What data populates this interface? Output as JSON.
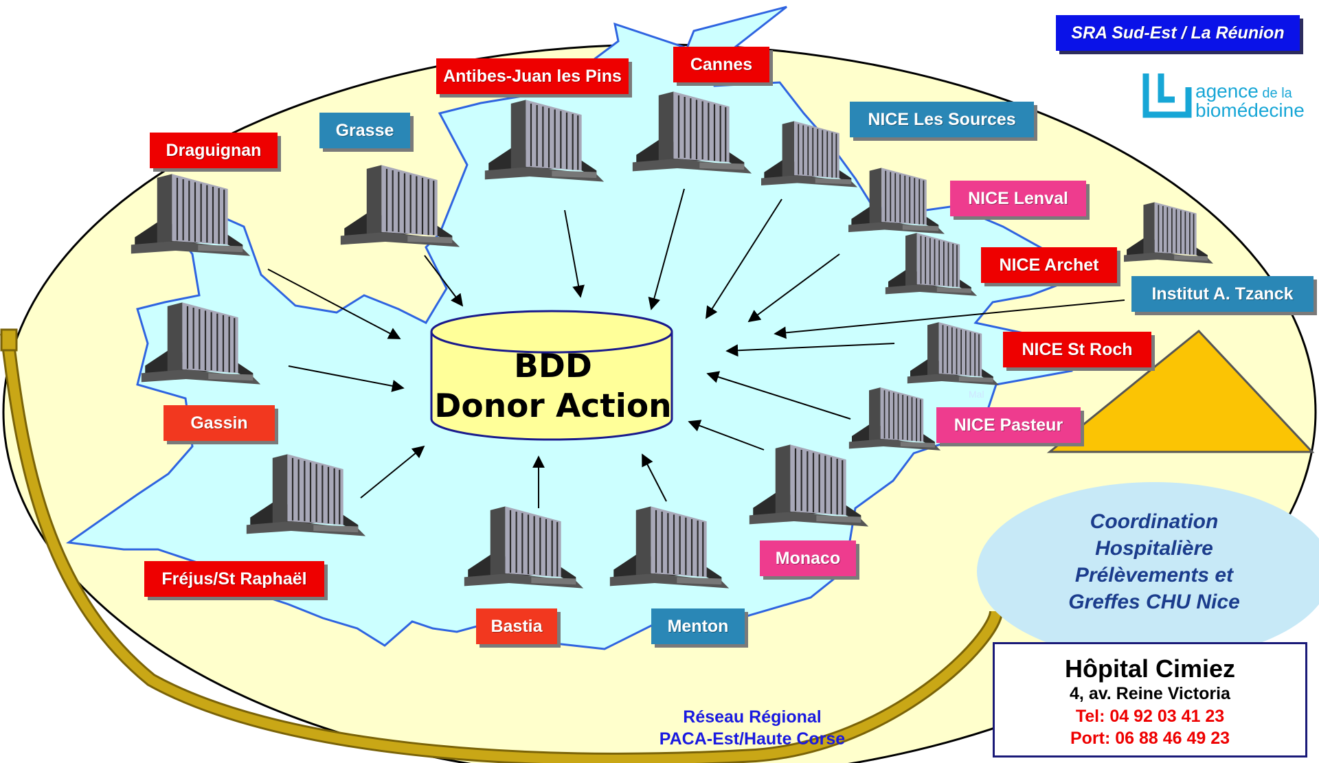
{
  "header": {
    "region_label": "SRA Sud-Est / La Réunion"
  },
  "logo": {
    "line1": "agence",
    "line1_small": " de la",
    "line2": "biomédecine"
  },
  "database": {
    "line1": "BDD",
    "line2": "Donor Action"
  },
  "hospitals": [
    {
      "key": "antibes",
      "label": "Antibes-Juan les Pins",
      "color": "red"
    },
    {
      "key": "cannes",
      "label": "Cannes",
      "color": "red"
    },
    {
      "key": "grasse",
      "label": "Grasse",
      "color": "teal"
    },
    {
      "key": "draguignan",
      "label": "Draguignan",
      "color": "red"
    },
    {
      "key": "nice-sources",
      "label": "NICE Les Sources",
      "color": "teal"
    },
    {
      "key": "nice-lenval",
      "label": "NICE Lenval",
      "color": "pink"
    },
    {
      "key": "nice-archet",
      "label": "NICE Archet",
      "color": "red"
    },
    {
      "key": "tzanck",
      "label": "Institut A. Tzanck",
      "color": "teal"
    },
    {
      "key": "nice-stroch",
      "label": "NICE St  Roch",
      "color": "red"
    },
    {
      "key": "nice-pasteur",
      "label": "NICE Pasteur",
      "color": "pink"
    },
    {
      "key": "gassin",
      "label": "Gassin",
      "color": "orange"
    },
    {
      "key": "frejus",
      "label": "Fréjus/St Raphaël",
      "color": "red"
    },
    {
      "key": "bastia",
      "label": "Bastia",
      "color": "orange"
    },
    {
      "key": "menton",
      "label": "Menton",
      "color": "teal"
    },
    {
      "key": "monaco",
      "label": "Monaco",
      "color": "pink"
    }
  ],
  "coordination": {
    "line1": "Coordination",
    "line2": "Hospitalière",
    "line3": "Prélèvements et",
    "line4": "Greffes CHU Nice"
  },
  "hospital_card": {
    "name": "Hôpital Cimiez",
    "address": "4, av. Reine Victoria",
    "tel": "Tel: 04 92 03 41 23",
    "port": "Port: 06 88 46 49 23"
  },
  "network": {
    "line1": "Réseau Régional",
    "line2": "PACA-Est/Haute Corse"
  },
  "faint_note": "Mal",
  "colors": {
    "ellipse_fill": "#ffffcc",
    "region_fill": "#ccffff",
    "region_stroke": "#2f64e0",
    "database_fill": "#ffff99",
    "triangle_fill": "#fbc404",
    "arc": "#b8960c",
    "coordination_fill": "#c7e9f7"
  }
}
